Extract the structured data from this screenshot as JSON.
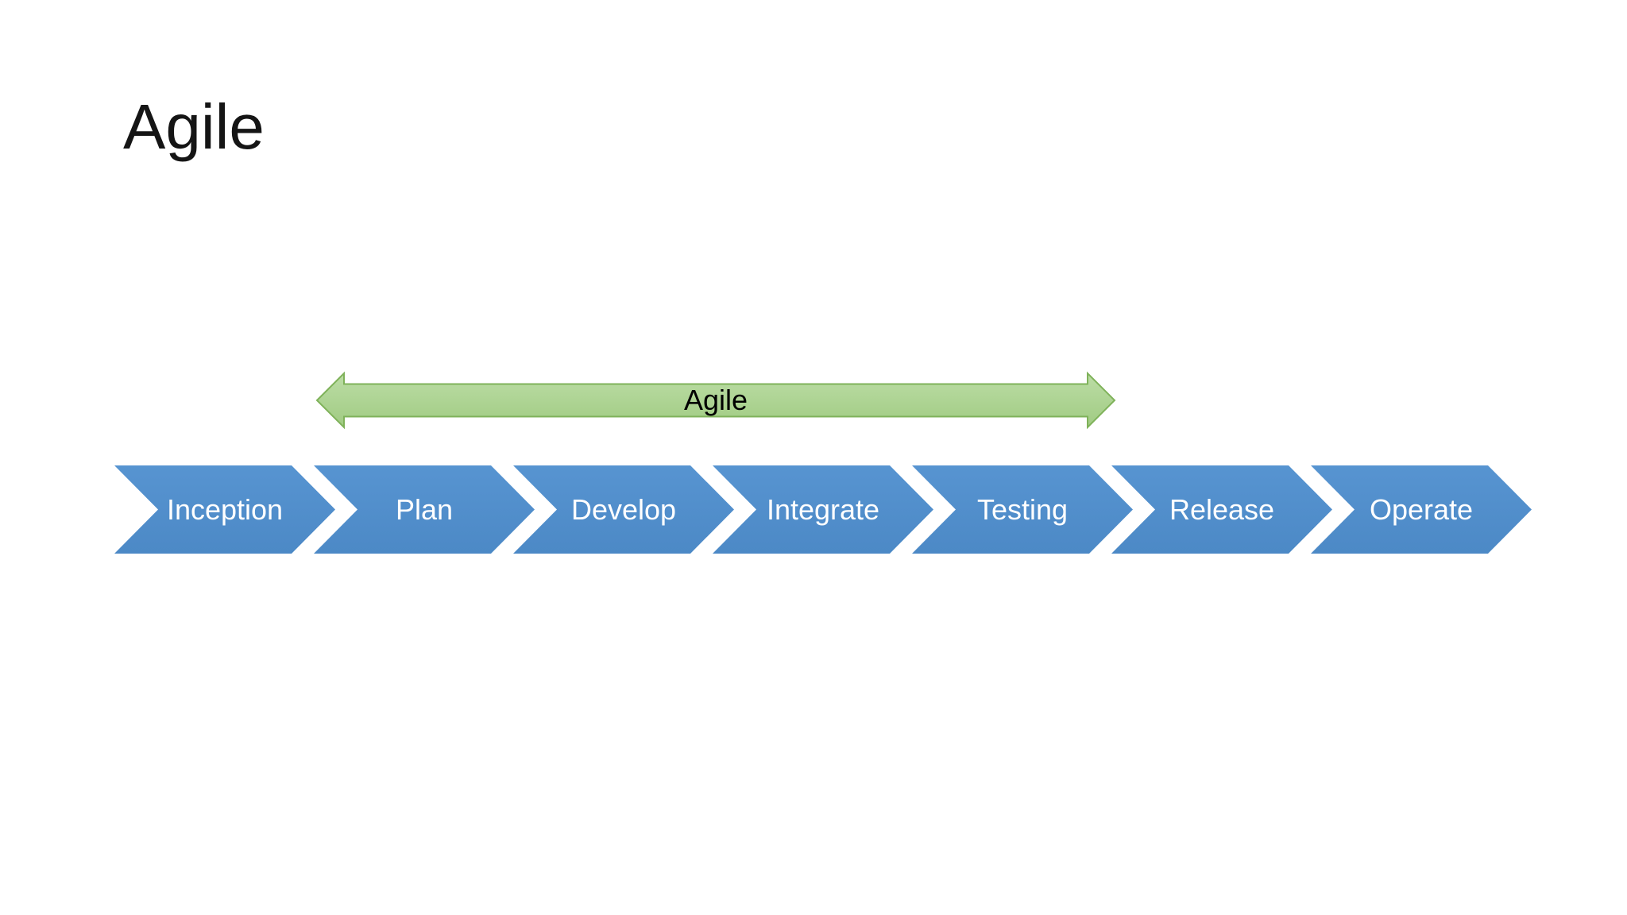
{
  "slide": {
    "title": "Agile",
    "background_color": "#ffffff",
    "title_color": "#151515"
  },
  "diagram": {
    "span_arrow": {
      "label": "Agile",
      "fill_color": "#A9D18E",
      "fill_color_light": "#BCDDA6",
      "border_color": "#7FB25A",
      "label_color": "#000000",
      "direction": "double-headed-horizontal"
    },
    "process": {
      "shape": "chevron",
      "fill_color": "#4E8CC9",
      "text_color": "#ffffff",
      "stages": [
        {
          "label": "Inception"
        },
        {
          "label": "Plan"
        },
        {
          "label": "Develop"
        },
        {
          "label": "Integrate"
        },
        {
          "label": "Testing"
        },
        {
          "label": "Release"
        },
        {
          "label": "Operate"
        }
      ]
    }
  }
}
